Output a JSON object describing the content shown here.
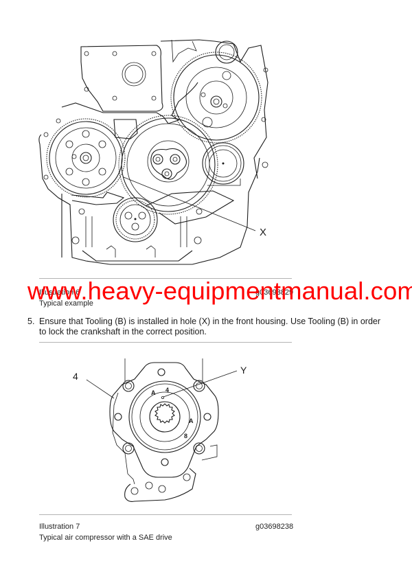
{
  "illustration_6": {
    "label": "Illustration 6",
    "id": "g03693829",
    "caption": "Typical example",
    "callouts": [
      "X"
    ]
  },
  "watermark": {
    "text": "www.heavy-equipmentmanual.com",
    "color": "#ff0000"
  },
  "steps": [
    {
      "number": "5.",
      "text": "Ensure that Tooling (B) is installed in hole (X) in the front housing. Use Tooling (B) in order to lock the crankshaft in the correct position."
    }
  ],
  "illustration_7": {
    "label": "Illustration 7",
    "id": "g03698238",
    "caption": "Typical air compressor with a SAE drive",
    "callouts": [
      "4",
      "Y"
    ],
    "dial_marks": [
      "A",
      "4",
      "A",
      "8"
    ]
  }
}
